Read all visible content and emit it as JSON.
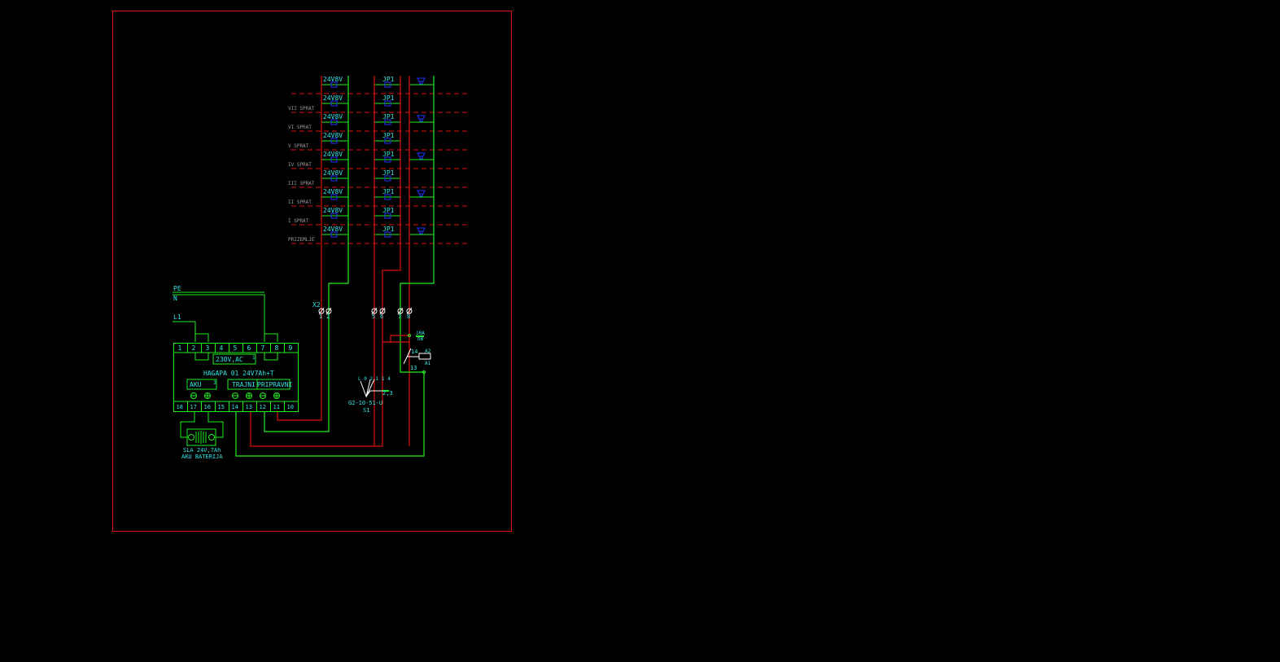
{
  "colors": {
    "background": "#000000",
    "frame": "#e01010",
    "wire_green": "#22ee22",
    "wire_red": "#dd1111",
    "text": "#33e6e6",
    "device": "#2233ff"
  },
  "riser": {
    "rows": 9,
    "panel_label": "24V8V",
    "jp_label": "JP1",
    "horn_rows": [
      0,
      2,
      4,
      6,
      8
    ],
    "floors": [
      "VII SPRAT",
      "VI SPRAT",
      "V SPRAT",
      "IV SPRAT",
      "III SPRAT",
      "II SPRAT",
      "I SPRAT",
      "PRIZEMLJE"
    ]
  },
  "supply": {
    "pe": "PE",
    "n": "N",
    "l1": "L1"
  },
  "panel": {
    "top_terminals": [
      "1",
      "2",
      "3",
      "4",
      "5",
      "6",
      "7",
      "8",
      "9"
    ],
    "bottom_terminals": [
      "18",
      "17",
      "16",
      "15",
      "14",
      "13",
      "12",
      "11",
      "10"
    ],
    "mains_label": "230V,AC",
    "mains_num": "1",
    "name": "HAGAPA 01 24V7Ah+T",
    "aku_label": "AKU",
    "aku_num": "3",
    "trajni_label": "TRAJNI",
    "pripravni_label": "PRIPRAVNI"
  },
  "battery": {
    "line1": "SLA 24V,7Ah",
    "line2": "AKU BATERIJA"
  },
  "terminal_block": {
    "name": "X2",
    "numbers": [
      "1",
      "2",
      "5",
      "6",
      "7",
      "8"
    ]
  },
  "switch": {
    "positions": "L 0 2 1 1 4",
    "contact": "2,3",
    "type": "G2-10-51-U",
    "name": "S1"
  },
  "relay": {
    "fuse": "10A",
    "fuse_sub": "δB",
    "c14": "14",
    "c13": "13",
    "a2": "A2",
    "a1": "A1"
  }
}
